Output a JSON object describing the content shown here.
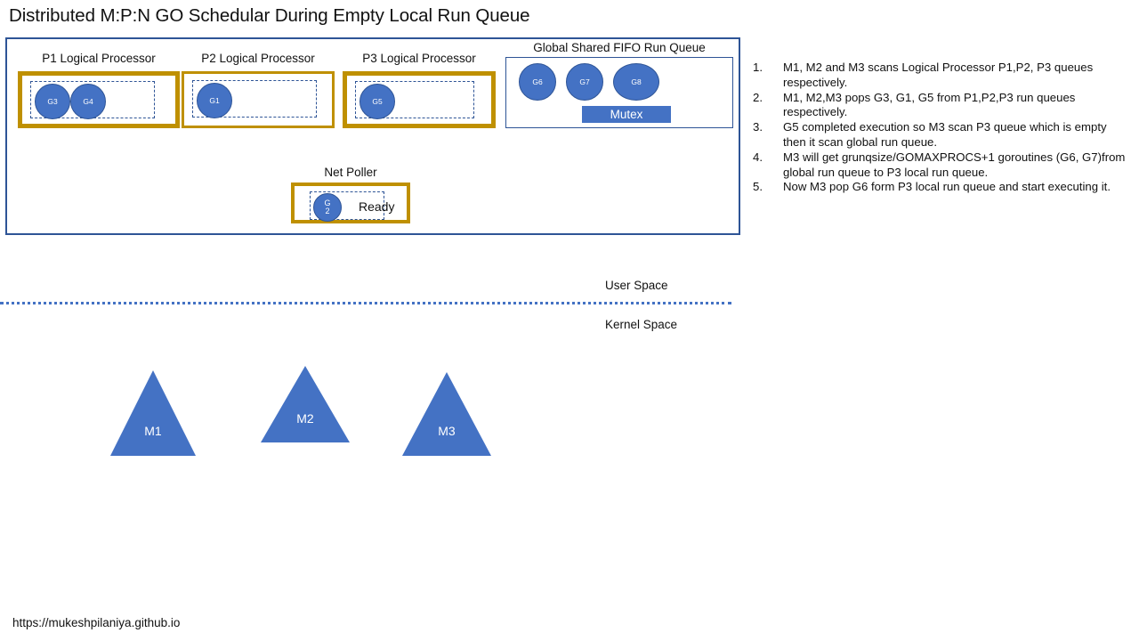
{
  "slide": {
    "title": "Distributed M:P:N GO Schedular During Empty Local Run Queue",
    "footer_url": "https://mukeshpilaniya.github.io"
  },
  "colors": {
    "container_border": "#2E5496",
    "processor_border": "#BF9000",
    "goroutine_fill": "#4472C4",
    "machine_fill": "#4472C4",
    "divider": "#4472C4",
    "mutex_fill": "#4472C4"
  },
  "processors": [
    {
      "caption": "P1 Logical Processor",
      "emphasis": "thick",
      "goroutines": [
        {
          "label": "G3"
        },
        {
          "label": "G4"
        }
      ]
    },
    {
      "caption": "P2 Logical Processor",
      "emphasis": "thin",
      "goroutines": [
        {
          "label": "G1"
        }
      ]
    },
    {
      "caption": "P3 Logical Processor",
      "emphasis": "thick",
      "goroutines": [
        {
          "label": "G5"
        }
      ]
    }
  ],
  "global_queue": {
    "caption": "Global Shared FIFO Run Queue",
    "goroutines": [
      {
        "label": "G6"
      },
      {
        "label": "G7"
      },
      {
        "label": "G8"
      }
    ],
    "mutex_label": "Mutex"
  },
  "net_poller": {
    "caption": "Net Poller",
    "goroutine_top": "G",
    "goroutine_bottom": "2",
    "status_label": "Ready"
  },
  "spaces": {
    "user_label": "User Space",
    "kernel_label": "Kernel Space"
  },
  "machines": [
    {
      "label": "M1"
    },
    {
      "label": "M2"
    },
    {
      "label": "M3"
    }
  ],
  "instructions": [
    {
      "number": "1.",
      "text": "M1, M2 and M3 scans Logical Processor P1,P2, P3 queues respectively."
    },
    {
      "number": "2.",
      "text": "M1, M2,M3 pops G3, G1, G5  from P1,P2,P3 run queues respectively."
    },
    {
      "number": "3.",
      "text": "G5 completed execution so M3 scan P3 queue which is empty then it scan global run queue."
    },
    {
      "number": "4.",
      "text": "M3 will get grunqsize/GOMAXPROCS+1 goroutines (G6, G7)from global run queue to P3 local run queue."
    },
    {
      "number": "5.",
      "text": "Now M3 pop G6 form P3 local run queue and start executing it."
    }
  ]
}
